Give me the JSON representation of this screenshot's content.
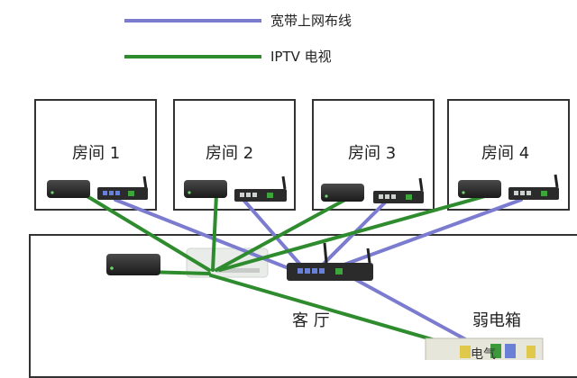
{
  "legend": [
    {
      "label": "宽带上网布线",
      "color": "#7b7bd0"
    },
    {
      "label": "IPTV 电视",
      "color": "#2e8b2e"
    }
  ],
  "rooms": [
    {
      "label": "房间 1"
    },
    {
      "label": "房间 2"
    },
    {
      "label": "房间 3"
    },
    {
      "label": "房间 4"
    }
  ],
  "living_room": {
    "label": "客 厅"
  },
  "weak_box": {
    "label": "弱电箱",
    "partial_text": "电气"
  },
  "colors": {
    "broadband": "#7b7bd0",
    "iptv": "#2e8b2e",
    "device": "#2b2b2b",
    "switch": "#e9ece9"
  }
}
